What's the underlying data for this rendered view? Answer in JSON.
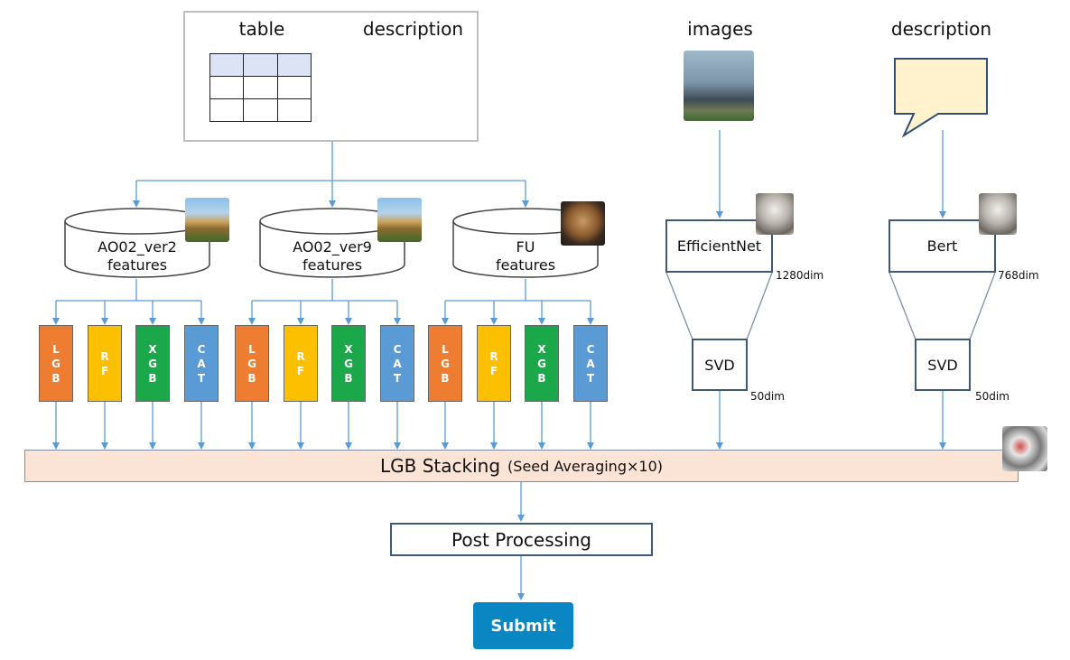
{
  "input_panel": {
    "table_label": "table",
    "description_label": "description"
  },
  "images_header": "images",
  "description_header": "description",
  "feature_sets": [
    {
      "line1": "AO02_ver2",
      "line2": "features"
    },
    {
      "line1": "AO02_ver9",
      "line2": "features"
    },
    {
      "line1": "FU",
      "line2": "features"
    }
  ],
  "models": [
    {
      "label": "L\nG\nB",
      "kind": "lgb"
    },
    {
      "label": "R\nF",
      "kind": "rf"
    },
    {
      "label": "X\nG\nB",
      "kind": "xgb"
    },
    {
      "label": "C\nA\nT",
      "kind": "cat"
    }
  ],
  "image_branch": {
    "encoder": "EfficientNet",
    "encoder_dim": "1280dim",
    "reducer": "SVD",
    "reducer_dim": "50dim"
  },
  "text_branch": {
    "encoder": "Bert",
    "encoder_dim": "768dim",
    "reducer": "SVD",
    "reducer_dim": "50dim"
  },
  "stacking": {
    "main": "LGB Stacking",
    "sub": "(Seed Averaging×10)"
  },
  "post_processing": "Post Processing",
  "submit_label": "Submit",
  "colors": {
    "line": "#5b9bd5",
    "lgb": "#ee7d31",
    "rf": "#fdc000",
    "xgb": "#1aa84a",
    "cat": "#5b9bd5",
    "stacking_bg": "#fbe4d5",
    "submit": "#0a87c2"
  }
}
